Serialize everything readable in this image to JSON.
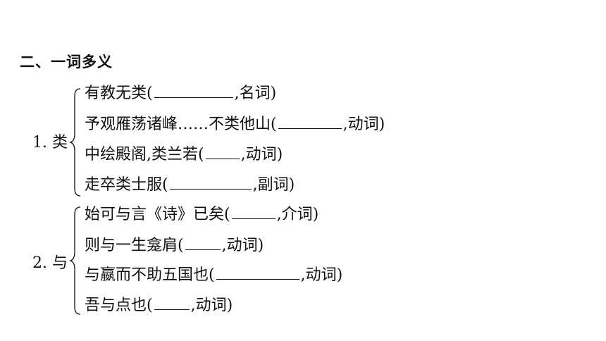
{
  "section_title": "二、一词多义",
  "groups": [
    {
      "label": "1. 类",
      "items": [
        {
          "before": "有教无类(",
          "after": ",名词)"
        },
        {
          "before": "予观雁荡诸峰……不类他山(",
          "after": ",动词)"
        },
        {
          "before": "中绘殿阁,类兰若(",
          "after": ",动词)"
        },
        {
          "before": "走卒类士服(",
          "after": ",副词)"
        }
      ]
    },
    {
      "label": "2. 与",
      "items": [
        {
          "before": "始可与言《诗》已矣(",
          "after": ",介词)"
        },
        {
          "before": "则与一生龛肩(",
          "after": ",动词)"
        },
        {
          "before": "与嬴而不助五国也(",
          "after": ",动词)"
        },
        {
          "before": "吾与点也(",
          "after": ",动词)"
        }
      ]
    }
  ]
}
